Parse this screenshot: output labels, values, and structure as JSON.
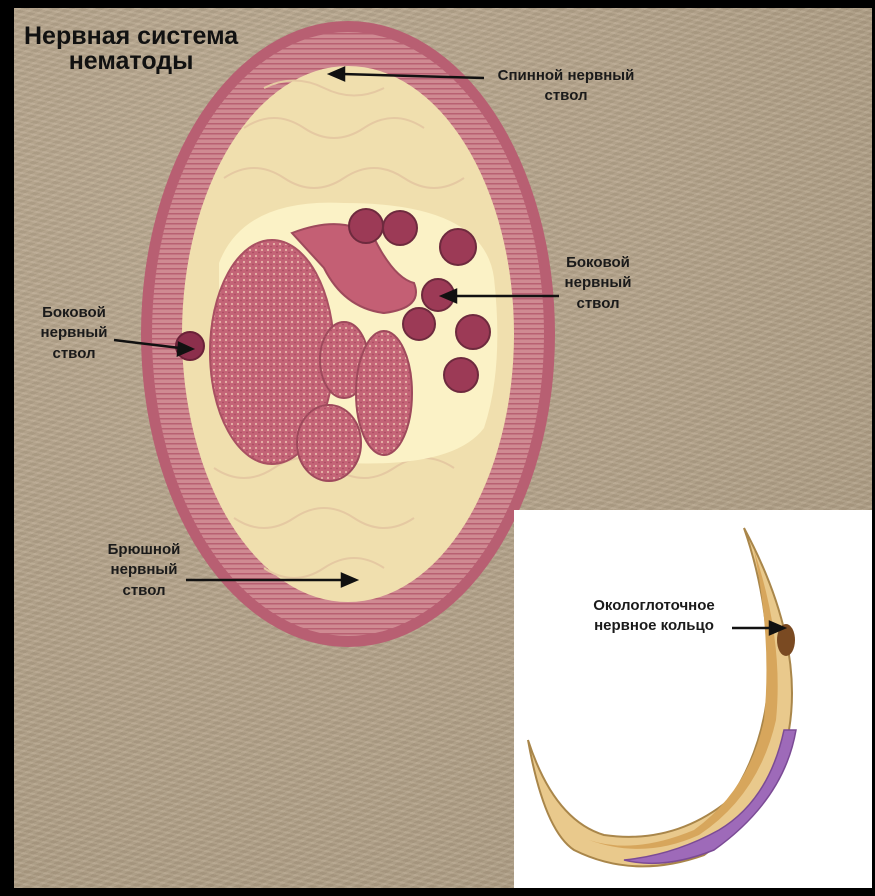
{
  "title": "Нервная система\nнематоды",
  "labels": {
    "dorsal": "Спинной нервный\nствол",
    "lateral_right": "Боковой\nнервный\nствол",
    "lateral_left": "Боковой\nнервный\nствол",
    "ventral": "Брюшной\nнервный\nствол",
    "ring": "Окологлоточное\nнервное кольцо"
  },
  "colors": {
    "background": "#b7a58a",
    "frame": "#000000",
    "cuticle": "#c97a86",
    "tissue": "#f2e3b4",
    "gut": "#c96a7a",
    "egg": "#9c3a56",
    "inset_bg": "#ffffff"
  }
}
